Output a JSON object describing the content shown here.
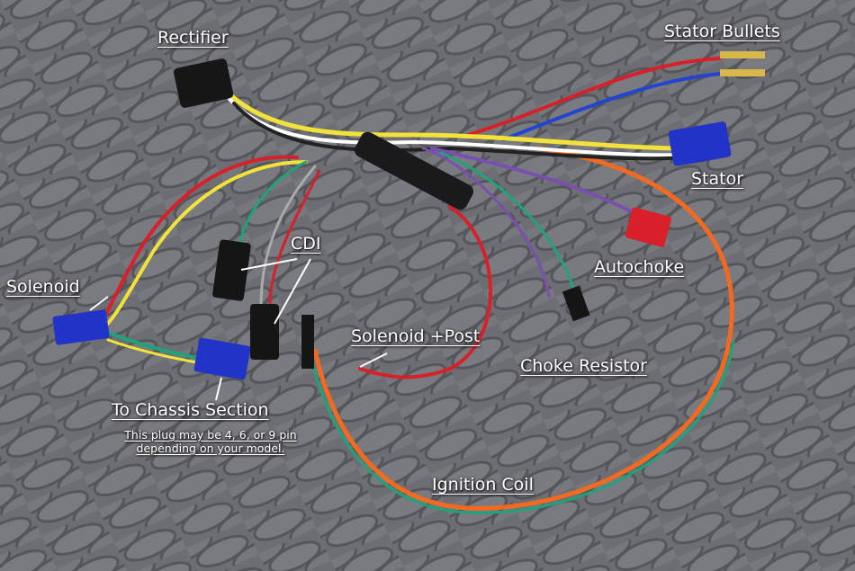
{
  "labels": {
    "rectifier": "Rectifier",
    "stator_bullets": "Stator Bullets",
    "stator": "Stator",
    "cdi": "CDI",
    "solenoid": "Solenoid",
    "autochoke": "Autochoke",
    "solenoid_post": "Solenoid +Post",
    "choke_resistor": "Choke Resistor",
    "to_chassis": "To Chassis Section",
    "chassis_note_1": "This plug may be 4, 6, or 9 pin",
    "chassis_note_2": "depending on your model.",
    "ignition_coil": "Ignition Coil"
  },
  "colors": {
    "mat": "#6f7075",
    "red": "#d8202a",
    "orange": "#f26a21",
    "green": "#1fa37a",
    "yellow": "#f2e23a",
    "blue_connector": "#2233c8",
    "purple": "#7a4fb0"
  }
}
